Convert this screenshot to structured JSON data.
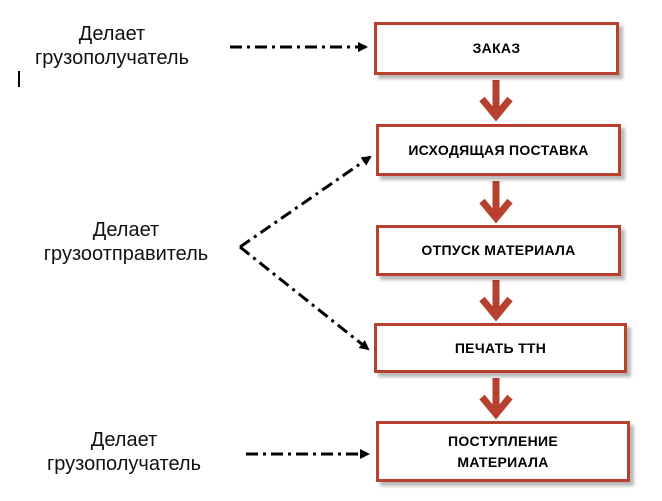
{
  "steps": [
    {
      "label": "ЗАКАЗ"
    },
    {
      "label": "ИСХОДЯЩАЯ ПОСТАВКА"
    },
    {
      "label": "ОТПУСК МАТЕРИАЛА"
    },
    {
      "label": "ПЕЧАТЬ ТТН"
    },
    {
      "label_line1": "ПОСТУПЛЕНИЕ",
      "label_line2": "МАТЕРИАЛА"
    }
  ],
  "actors": {
    "top": {
      "line1": "Делает",
      "line2": "грузополучатель"
    },
    "middle": {
      "line1": "Делает",
      "line2": "грузоотправитель"
    },
    "bottom": {
      "line1": "Делает",
      "line2": "грузополучатель"
    }
  },
  "colors": {
    "box_border": "#b5412e",
    "flow_arrow": "#b5412e",
    "dashed_arrow": "#000000"
  }
}
